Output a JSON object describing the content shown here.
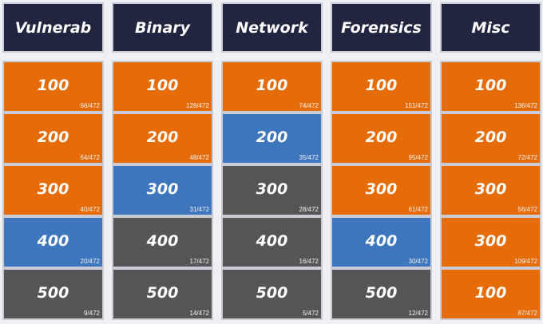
{
  "colors": {
    "header": "#22253f",
    "open": "#e66c0a",
    "solved": "#3d76bd",
    "locked": "#555555",
    "border": "#c9ccd6",
    "background": "#eef0f4"
  },
  "categories": [
    {
      "name": "Vulnerab",
      "tiles": [
        {
          "points": "100",
          "solves": "66/472",
          "state": "open"
        },
        {
          "points": "200",
          "solves": "64/472",
          "state": "open"
        },
        {
          "points": "300",
          "solves": "40/472",
          "state": "open"
        },
        {
          "points": "400",
          "solves": "20/472",
          "state": "solved"
        },
        {
          "points": "500",
          "solves": "9/472",
          "state": "locked"
        }
      ]
    },
    {
      "name": "Binary",
      "tiles": [
        {
          "points": "100",
          "solves": "128/472",
          "state": "open"
        },
        {
          "points": "200",
          "solves": "48/472",
          "state": "open"
        },
        {
          "points": "300",
          "solves": "31/472",
          "state": "solved"
        },
        {
          "points": "400",
          "solves": "17/472",
          "state": "locked"
        },
        {
          "points": "500",
          "solves": "14/472",
          "state": "locked"
        }
      ]
    },
    {
      "name": "Network",
      "tiles": [
        {
          "points": "100",
          "solves": "74/472",
          "state": "open"
        },
        {
          "points": "200",
          "solves": "35/472",
          "state": "solved"
        },
        {
          "points": "300",
          "solves": "28/472",
          "state": "locked"
        },
        {
          "points": "400",
          "solves": "16/472",
          "state": "locked"
        },
        {
          "points": "500",
          "solves": "5/472",
          "state": "locked"
        }
      ]
    },
    {
      "name": "Forensics",
      "tiles": [
        {
          "points": "100",
          "solves": "151/472",
          "state": "open"
        },
        {
          "points": "200",
          "solves": "95/472",
          "state": "open"
        },
        {
          "points": "300",
          "solves": "61/472",
          "state": "open"
        },
        {
          "points": "400",
          "solves": "30/472",
          "state": "solved"
        },
        {
          "points": "500",
          "solves": "12/472",
          "state": "locked"
        }
      ]
    },
    {
      "name": "Misc",
      "tiles": [
        {
          "points": "100",
          "solves": "136/472",
          "state": "open"
        },
        {
          "points": "200",
          "solves": "72/472",
          "state": "open"
        },
        {
          "points": "300",
          "solves": "56/472",
          "state": "open"
        },
        {
          "points": "300",
          "solves": "109/472",
          "state": "open"
        },
        {
          "points": "100",
          "solves": "87/472",
          "state": "open"
        }
      ]
    }
  ]
}
